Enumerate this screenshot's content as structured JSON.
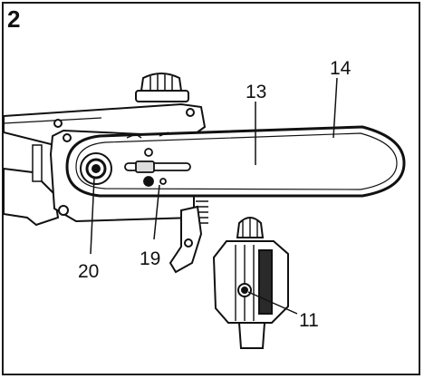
{
  "figure_number": "2",
  "callouts": [
    {
      "id": "callout-14",
      "text": "14"
    },
    {
      "id": "callout-13",
      "text": "13"
    },
    {
      "id": "callout-20",
      "text": "20"
    },
    {
      "id": "callout-19",
      "text": "19"
    },
    {
      "id": "callout-11",
      "text": "11"
    }
  ],
  "colors": {
    "line": "#111111",
    "fill": "#ffffff",
    "shade": "#2a2a2a"
  }
}
